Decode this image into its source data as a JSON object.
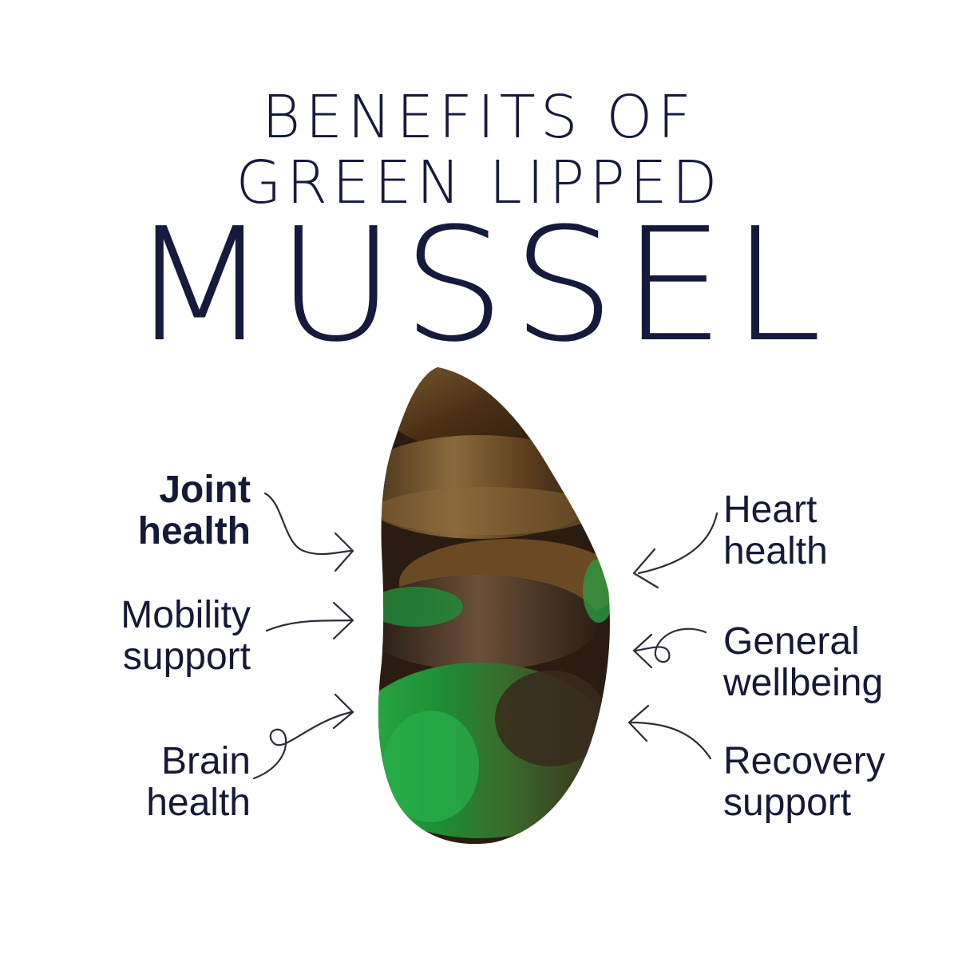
{
  "title": {
    "line1": "BENEFITS OF",
    "line2": "GREEN LIPPED",
    "line3": "MUSSEL"
  },
  "benefits_left": [
    {
      "line1": "Joint",
      "line2": "health",
      "bold": true
    },
    {
      "line1": "Mobility",
      "line2": "support",
      "bold": false
    },
    {
      "line1": "Brain",
      "line2": "health",
      "bold": false
    }
  ],
  "benefits_right": [
    {
      "line1": "Heart",
      "line2": "health"
    },
    {
      "line1": "General",
      "line2": "wellbeing"
    },
    {
      "line1": "Recovery",
      "line2": "support"
    }
  ],
  "colors": {
    "text": "#161a3c",
    "mussel_brown": "#5a3d1e",
    "mussel_green": "#1f9a3a",
    "arrow": "#2a2d3a"
  }
}
